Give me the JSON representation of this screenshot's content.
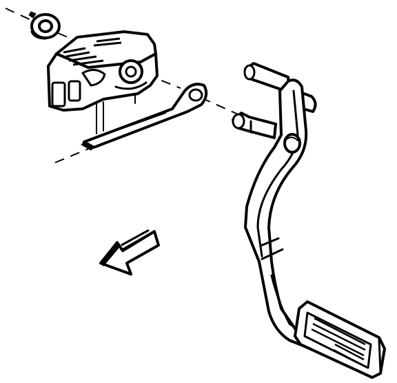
{
  "diagram": {
    "kind": "exploded-view technical illustration",
    "components": [
      "retaining-nut",
      "pedal-position-sensor",
      "sensor-actuator-arm",
      "pivot-pin",
      "accelerator-pedal-arm",
      "pedal-pad"
    ],
    "indicators": [
      "direction-arrow"
    ],
    "colors": {
      "ink": "#000000",
      "paper": "#ffffff"
    }
  }
}
